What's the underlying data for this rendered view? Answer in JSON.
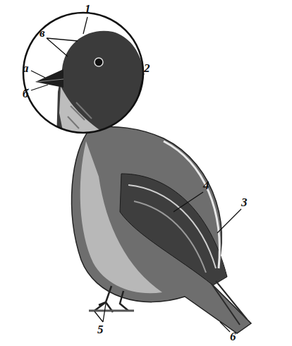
{
  "diagram": {
    "labels": [
      "1",
      "в",
      "а",
      "б",
      "2",
      "4",
      "3",
      "5",
      "6"
    ]
  }
}
